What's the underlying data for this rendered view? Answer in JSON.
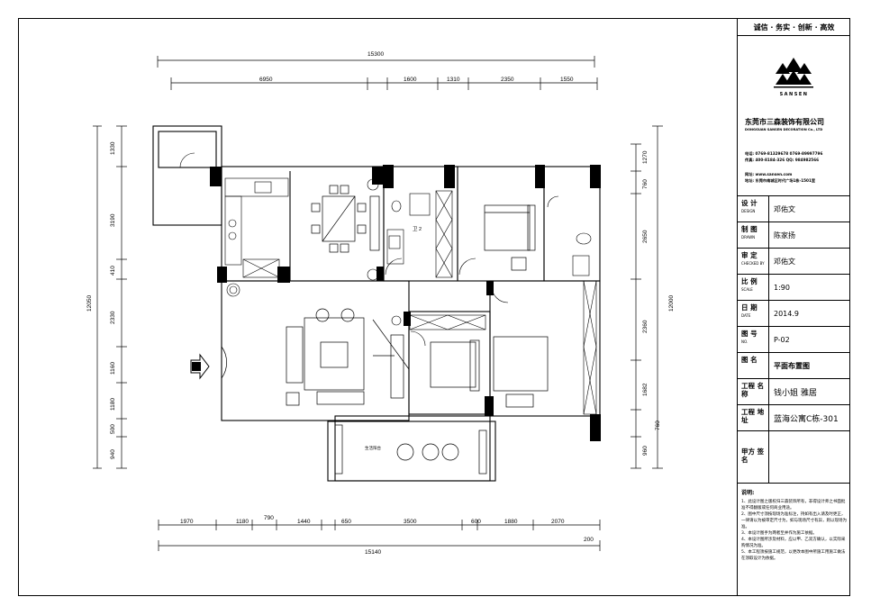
{
  "dims_top_total": "15300",
  "dims_top": [
    "6950",
    "1600",
    "1310",
    "2350",
    "1550"
  ],
  "dims_bottom": [
    "1970",
    "1180",
    "790",
    "1440",
    "650",
    "3500",
    "600",
    "1880",
    "2070"
  ],
  "dims_bottom_total": "15140",
  "dims_bottom_extra": "200",
  "dims_left": [
    "1330",
    "3190",
    "410",
    "2330",
    "1160",
    "1180",
    "500",
    "940"
  ],
  "dims_left_total": "12050",
  "dims_right_total": "12000",
  "dims_right": [
    "1270",
    "760",
    "2650",
    "2360",
    "1682",
    "760",
    "960"
  ],
  "room_label_wc": "卫 2",
  "room_label_balcony": "生活阳台",
  "titleblock": {
    "slogan": "诚信 · 务实 · 创新 · 高效",
    "logo_text": "SANSEN",
    "company_cn": "东莞市三森装饰有限公司",
    "company_en": "DONGGUAN SANSEN DECORATION Co., LTD",
    "contact_1": "电话: 0769-81329678    0769-89997796",
    "contact_2": "传真: 400-8184-326       QQ: 984982566",
    "website": "网址: www.sansen.com",
    "address": "地址: 东莞市南城区时代广场1栋-1501室",
    "designer_label": "设 计",
    "designer_sub": "DESIGN",
    "designer": "邓佑文",
    "drawer_label": "制 图",
    "drawer_sub": "DRAWN",
    "drawer": "陈家扬",
    "checker_label": "审 定",
    "checker_sub": "CHECKED BY",
    "checker": "邓佑文",
    "scale_label": "比 例",
    "scale_sub": "SCALE",
    "scale": "1:90",
    "date_label": "日 期",
    "date_sub": "DATE",
    "date": "2014.9",
    "no_label": "图 号",
    "no_sub": "NO.",
    "number": "P-02",
    "name_label": "图 名",
    "drawing_name": "平面布置图",
    "project_label": "工程 名称",
    "project": "钱小姐 雅居",
    "address_label": "工程 地址",
    "project_address": "蓝海公寓C栋-301",
    "client_label": "甲方 签名",
    "notes_title": "说明:",
    "notes": [
      "1、此设计图之版权归三森装饰所有，非得设计师之书面批准不得翻版或任何商业用途。",
      "2、图中尺寸须按现场为准标注，持如有出入请及时更正，一律请以为被审定尺寸为，如与现场尺寸有异，则以现场为准。",
      "3、本设计图手为两者至并作为施工依据。",
      "4、本设计图所涉及材料，应以甲、乙双方确认，以实际采购情况为准。",
      "5、本工程须按施工规范，以更改本图中所施工用施工做法在须取设计为依据。"
    ]
  }
}
